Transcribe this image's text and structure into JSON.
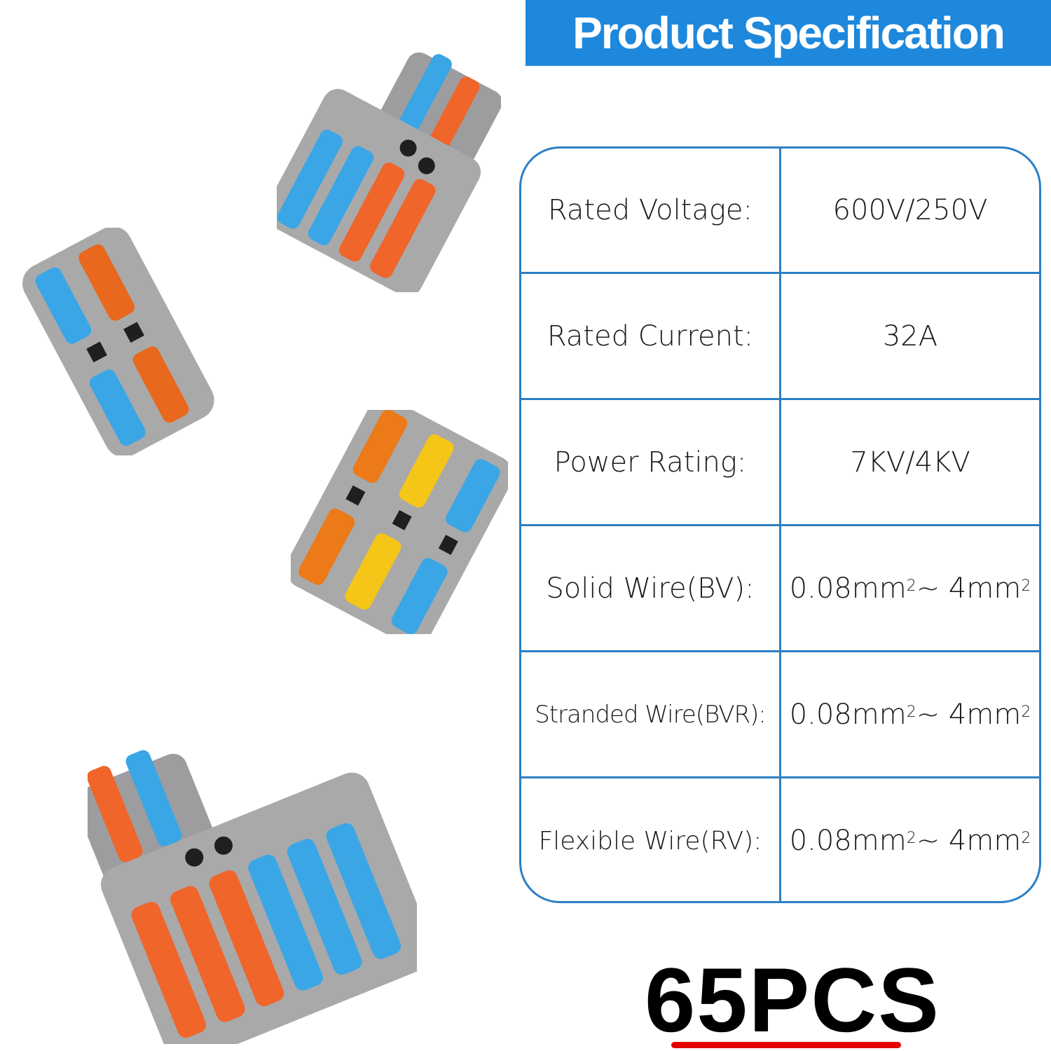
{
  "banner": {
    "title": "Product Specification",
    "background": "#1e88dc"
  },
  "spec_table": {
    "border_color": "#2d7fc4",
    "rows": [
      {
        "label": "Rated Voltage:",
        "value": "600V/250V"
      },
      {
        "label": "Rated Current:",
        "value": "32A"
      },
      {
        "label": "Power Rating:",
        "value": "7KV/4KV"
      },
      {
        "label": "Solid Wire(BV):",
        "value_from": "0.08mm",
        "value_sep": "~ ",
        "value_to": "4mm",
        "value_exp": "2"
      },
      {
        "label": "Stranded Wire(BVR):",
        "value_from": "0.08mm",
        "value_sep": "~ ",
        "value_to": "4mm",
        "value_exp": "2"
      },
      {
        "label": "Flexible Wire(RV):",
        "value_from": "0.08mm",
        "value_sep": "~ ",
        "value_to": "4mm",
        "value_exp": "2"
      }
    ]
  },
  "quantity": {
    "label": "65PCS",
    "underline_color": "#e50000"
  },
  "products": [
    {
      "name": "connector-1in-4out",
      "levers": [
        "blue",
        "orange",
        "blue",
        "blue",
        "orange",
        "orange"
      ]
    },
    {
      "name": "connector-2way-inline",
      "levers": [
        "blue",
        "orange",
        "blue",
        "orange"
      ]
    },
    {
      "name": "connector-3way-inline",
      "levers": [
        "orange",
        "yellow",
        "blue",
        "orange",
        "yellow",
        "blue"
      ]
    },
    {
      "name": "connector-2in-6out",
      "levers": [
        "orange",
        "blue",
        "orange",
        "orange",
        "orange",
        "blue",
        "blue",
        "blue"
      ]
    }
  ],
  "colors": {
    "blue": "#3aa6e6",
    "orange": "#f0652a",
    "yellow": "#f5c518",
    "gray": "#a9a9aa"
  }
}
